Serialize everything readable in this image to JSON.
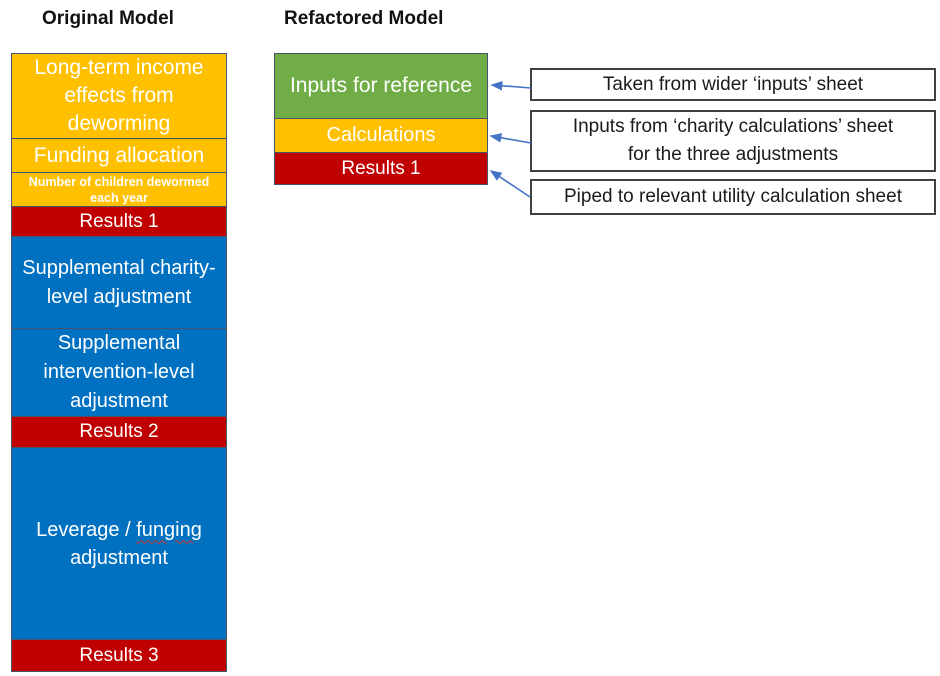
{
  "titles": {
    "original": "Original Model",
    "refactored": "Refactored Model"
  },
  "original_model": {
    "blocks": [
      {
        "label": "Long-term income effects from deworming",
        "color": "#FFC000"
      },
      {
        "label": "Funding allocation",
        "color": "#FFC000"
      },
      {
        "label": "Number of children dewormed each year",
        "color": "#FFC000"
      },
      {
        "label": "Results 1",
        "color": "#C00000"
      },
      {
        "label": "Supplemental charity-level adjustment",
        "color": "#0070C0"
      },
      {
        "label": "Supplemental intervention-level adjustment",
        "color": "#0070C0"
      },
      {
        "label": "Results 2",
        "color": "#C00000"
      },
      {
        "color": "#0070C0",
        "parts": {
          "before": "Leverage / ",
          "misspelled": "funging",
          "after": "adjustment"
        }
      },
      {
        "label": "Results 3",
        "color": "#C00000"
      }
    ]
  },
  "refactored_model": {
    "blocks": [
      {
        "label": "Inputs for reference",
        "color": "#70AD47"
      },
      {
        "label": "Calculations",
        "color": "#FFC000"
      },
      {
        "label": "Results 1",
        "color": "#C00000"
      }
    ]
  },
  "annotations": [
    {
      "lines": [
        "Taken from wider ‘inputs’ sheet"
      ]
    },
    {
      "lines": [
        "Inputs from ‘charity calculations’ sheet",
        "for the three adjustments"
      ]
    },
    {
      "lines": [
        "Piped to relevant utility calculation sheet"
      ]
    }
  ],
  "palette": {
    "gold": "#FFC000",
    "red": "#C00000",
    "blue": "#0070C0",
    "green": "#70AD47",
    "arrow_blue": "#4472C4",
    "block_border": "#44546A",
    "annotation_border": "#404040",
    "block_text": "#FFFFFF",
    "title_text": "#111111"
  }
}
